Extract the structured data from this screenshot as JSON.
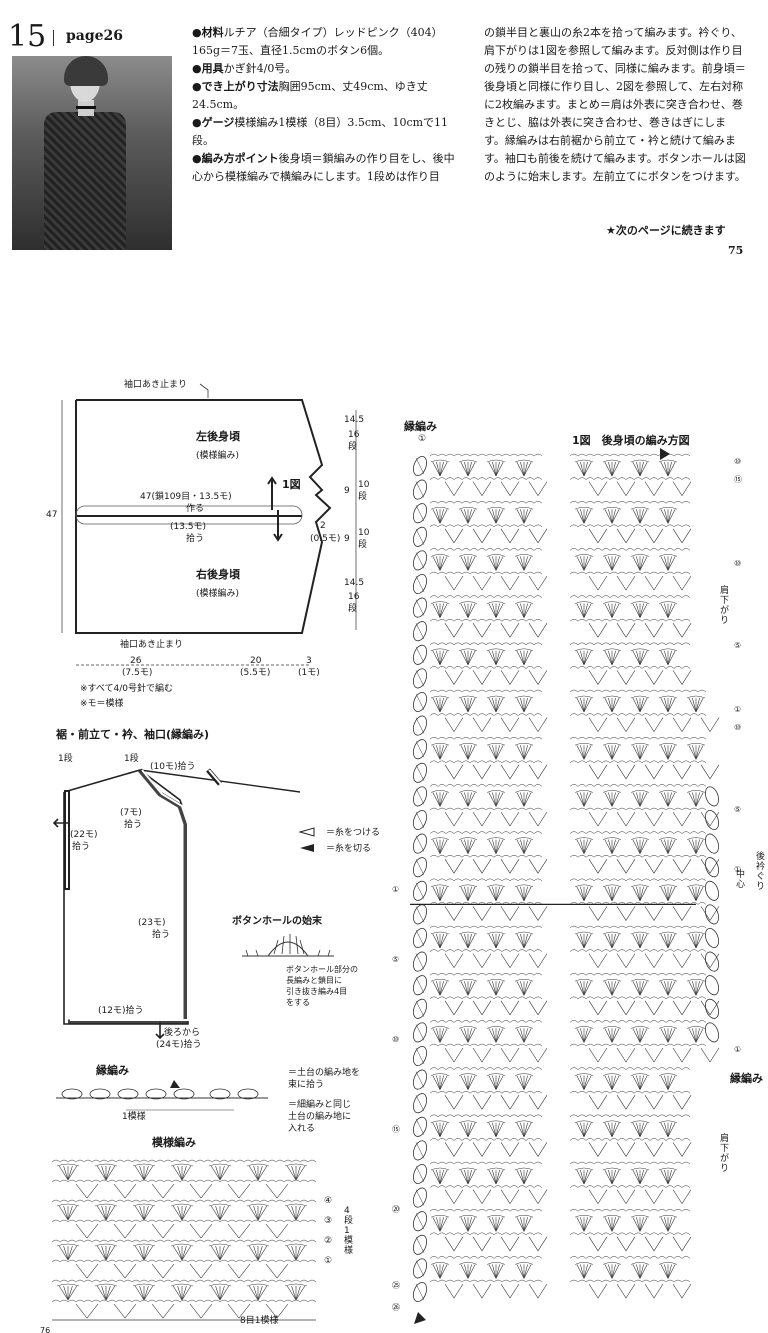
{
  "header": {
    "number": "15",
    "page_ref": "page26"
  },
  "text": {
    "materials": "ルチア（合細タイプ）レッドピンク（404）165g＝7玉、直径1.5cmのボタン6個。",
    "tools": "かぎ針4/0号。",
    "size": "胸囲95cm、丈49cm、ゆき丈24.5cm。",
    "gauge": "模様編み1模様（8目）3.5cm、10cmで11段。",
    "points": "後身頃＝鎖編みの作り目をし、後中心から模様編みで横編みにします。1段めは作り目",
    "col2": "の鎖半目と裏山の糸2本を拾って編みます。衿ぐり、肩下がりは1図を参照して編みます。反対側は作り目の残りの鎖半目を拾って、同様に編みます。前身頃＝後身頃と同様に作り目し、2図を参照して、左右対称に2枚編みます。まとめ＝肩は外表に突き合わせ、巻きとじ、脇は外表に突き合わせ、巻きはぎにします。縁編みは右前裾から前立て・衿と続けて編みます。袖口も前後を続けて編みます。ボタンホールは図のように始末します。左前立てにボタンをつけます。",
    "continued": "★次のページに続きます",
    "page_number": "75"
  },
  "labels": {
    "materials": "●材料",
    "tools": "●用具",
    "size": "●でき上がり寸法",
    "gauge": "●ゲージ",
    "points": "●編み方ポイント"
  },
  "diagram1": {
    "cuff_top": "袖口あき止まり",
    "cuff_bottom": "袖口あき止まり",
    "left_back": "左後身頃",
    "right_back": "右後身頃",
    "pattern": "(模様編み)",
    "chain": "47(鎖109目・13.5モ)",
    "make": "作る",
    "pick": "(13.5モ)",
    "pick2": "拾う",
    "fig1": "1図",
    "h47": "47",
    "r14a": "14.5",
    "r16a": "16",
    "r16b": "段",
    "r9a": "9",
    "r10a": "10",
    "r10b": "段",
    "r2": "2",
    "r05": "(0.5モ)",
    "r9b": "9",
    "r10c": "10",
    "r10d": "段",
    "r14b": "14.5",
    "r16c": "16",
    "r16d": "段",
    "w26": "26",
    "w75": "(7.5モ)",
    "w20": "20",
    "w55": "(5.5モ)",
    "w3": "3",
    "w1": "(1モ)",
    "note1": "※すべて4/0号針で編む",
    "note2": "※モ＝模様"
  },
  "diagram2": {
    "title": "裾・前立て・衿、袖口(縁編み)",
    "d1": "1段",
    "d1b": "1段",
    "neck": "(10モ)拾う",
    "m7": "(7モ)",
    "m7b": "拾う",
    "m22": "(22モ)",
    "m22b": "拾う",
    "m23": "(23モ)",
    "m23b": "拾う",
    "m12": "(12モ)拾う",
    "back": "後ろから",
    "m24": "(24モ)拾う",
    "leg1": "＝糸をつける",
    "leg2": "＝糸を切る",
    "bh_title": "ボタンホールの始末",
    "bh_text1": "ボタンホール部分の",
    "bh_text2": "長編みと鎖目に",
    "bh_text3": "引き抜き編み4目",
    "bh_text4": "をする"
  },
  "edge": {
    "title": "縁編み",
    "unit": "1模様",
    "leg1a": "＝土台の編み地を",
    "leg1b": "束に拾う",
    "leg2a": "＝細編みと同じ",
    "leg2b": "土台の編み地に",
    "leg2c": "入れる"
  },
  "pattern": {
    "title": "模様編み",
    "rows": [
      "④",
      "③",
      "②",
      "①"
    ],
    "side": "4段1模様",
    "bottom": "8目1模様"
  },
  "chart": {
    "edge_label": "縁編み",
    "title": "1図　後身頃の編み方図",
    "shoulder1": "肩下がり",
    "shoulder2": "肩下がり",
    "neck": "後衿ぐり",
    "center": "中心",
    "edge_right": "縁編み",
    "right_marks": [
      "⑩",
      "⑮",
      "⑩",
      "⑤",
      "①",
      "⑩",
      "⑤",
      "①",
      "①"
    ],
    "left_marks": [
      "①",
      "⑤",
      "⑩",
      "⑮",
      "⑳",
      "㉕",
      "㉖"
    ],
    "top_mark": "①"
  },
  "footer": {
    "page_number": "76"
  }
}
